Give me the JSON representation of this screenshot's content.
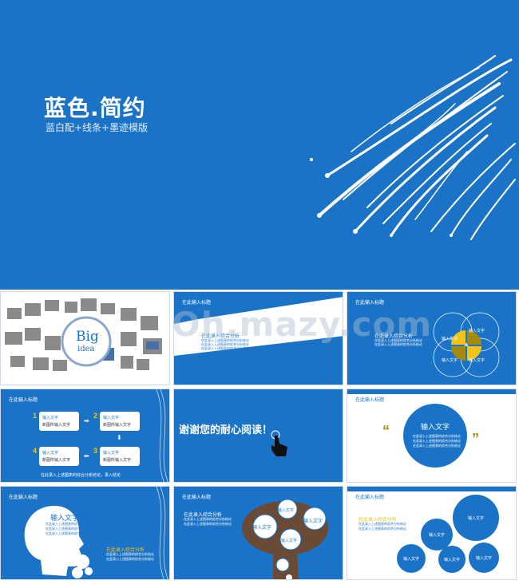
{
  "hero": {
    "title": "蓝色.简约",
    "subtitle": "蓝白配+线条+墨迹模版"
  },
  "watermark": "Oh.mazy.com",
  "slides": {
    "s1": {
      "big": "Big",
      "idea": "idea"
    },
    "s2": {
      "label": "在此输入标题",
      "section": "在此录入综合分析",
      "lines": [
        "在此录入上述图表的综合分析结论",
        "在此录入上述图表的综合分析结论",
        "在此录入上述图表的综合分析结论"
      ]
    },
    "s3": {
      "label": "在此输入标题",
      "section": "在此录入综合分析",
      "lines": [
        "在此录入上述图表的综合分析结论",
        "在此录入上述图表的综合分析结论"
      ],
      "petals": [
        "输入文字",
        "输入文字",
        "输入文字",
        "输入文字"
      ]
    },
    "s4": {
      "label": "在此输入标题",
      "steps": [
        {
          "n": "1",
          "title": "输入文字",
          "body": "新图所输入文字"
        },
        {
          "n": "2",
          "title": "输入文字",
          "body": "新图所输入文字"
        },
        {
          "n": "3",
          "title": "输入文字",
          "body": "新图所输入文字"
        },
        {
          "n": "4",
          "title": "输入文字",
          "body": "新图所输入文字"
        }
      ],
      "footer": "在此录入上述图表的综合分析结论，录入结论"
    },
    "s5": {
      "thanks": "谢谢您的耐心阅读！"
    },
    "s6": {
      "label": "在此输入标题",
      "center": "输入文字",
      "lines": [
        "在此录入上述图表的综合分析结论",
        "在此录入上述图表的综合分析结论",
        "在此录入上述图表的综合分析结论"
      ],
      "quote_open": "“",
      "quote_close": "”"
    },
    "s7": {
      "label": "在此输入标题",
      "heading": "输入文字",
      "lines": [
        "在此录入上述图表的综合分析结论",
        "在此录入上述图表的综合分析结论",
        "在此录入上述图表的综合分析结论"
      ],
      "section": "在此录入综合分析",
      "lines2": [
        "在此录入上述图表的综合分析结论",
        "在此录入上述图表的综合分析结论"
      ]
    },
    "s8": {
      "label": "在此输入标题",
      "section": "在此录入综合分析",
      "lines": [
        "在此录入上述图表的综合分析结论",
        "在此录入上述图表的综合分析结论"
      ],
      "bubbles": [
        "输入文字",
        "输入文字",
        "输入文字",
        "输入文字"
      ]
    },
    "s9": {
      "label": "在此输入标题",
      "section": "在此录入综合分析",
      "lines": [
        "在此录入上述图表的综合分析结论",
        "在此录入上述图表的综合分析结论"
      ],
      "bubbles": [
        "输入文字",
        "输入文字",
        "输入文字",
        "输入文字",
        "输入文字"
      ]
    }
  },
  "colors": {
    "primary": "#1a73c6",
    "accent": "#f0c419",
    "olive": "#a58a12",
    "brown": "#6b4a35"
  }
}
